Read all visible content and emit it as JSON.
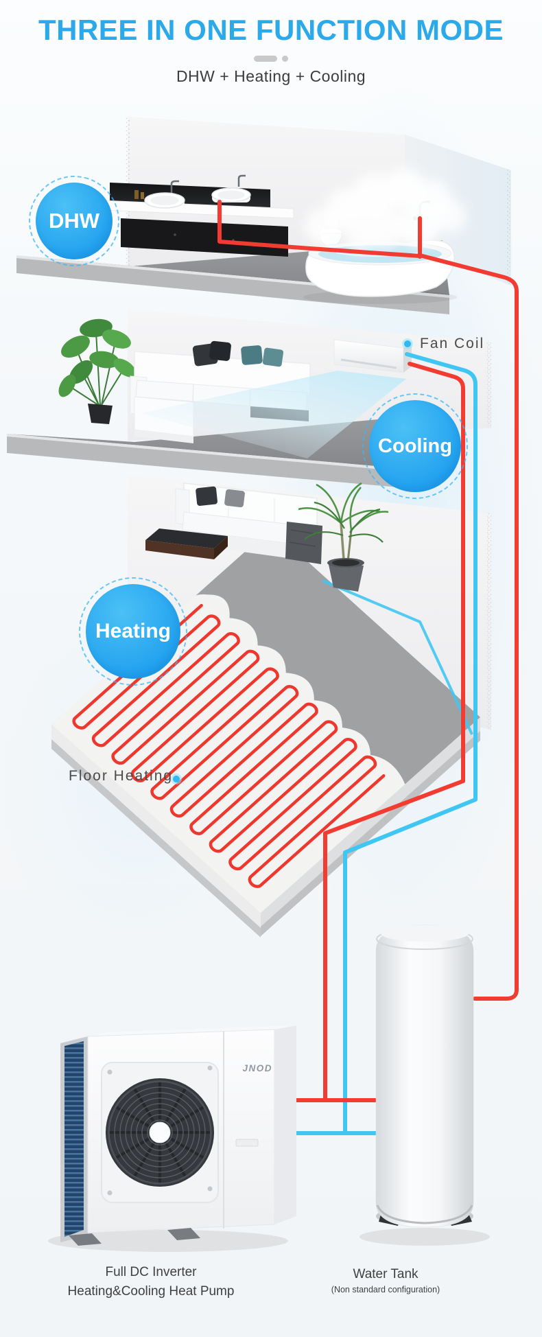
{
  "header": {
    "title": "THREE IN ONE FUNCTION MODE",
    "subtitle": "DHW + Heating + Cooling"
  },
  "badges": [
    {
      "id": "dhw",
      "label": "DHW"
    },
    {
      "id": "cooling",
      "label": "Cooling"
    },
    {
      "id": "heating",
      "label": "Heating"
    }
  ],
  "callouts": {
    "fan_coil": "Fan Coil",
    "floor_heating": "Floor Heating"
  },
  "equipment": {
    "heat_pump": {
      "brand": "JNOD",
      "caption_line1": "Full DC Inverter",
      "caption_line2": "Heating&Cooling Heat Pump"
    },
    "water_tank": {
      "caption_line1": "Water Tank",
      "caption_line2": "(Non standard configuration)"
    }
  },
  "colors": {
    "title_blue": "#2BA9E8",
    "badge_blue": "#29A7F0",
    "pipe_hot_red": "#F23B31",
    "pipe_cold_cyan": "#3FC6F3",
    "divider_gray": "#C9C9C9",
    "label_gray": "#4A4A4A"
  }
}
